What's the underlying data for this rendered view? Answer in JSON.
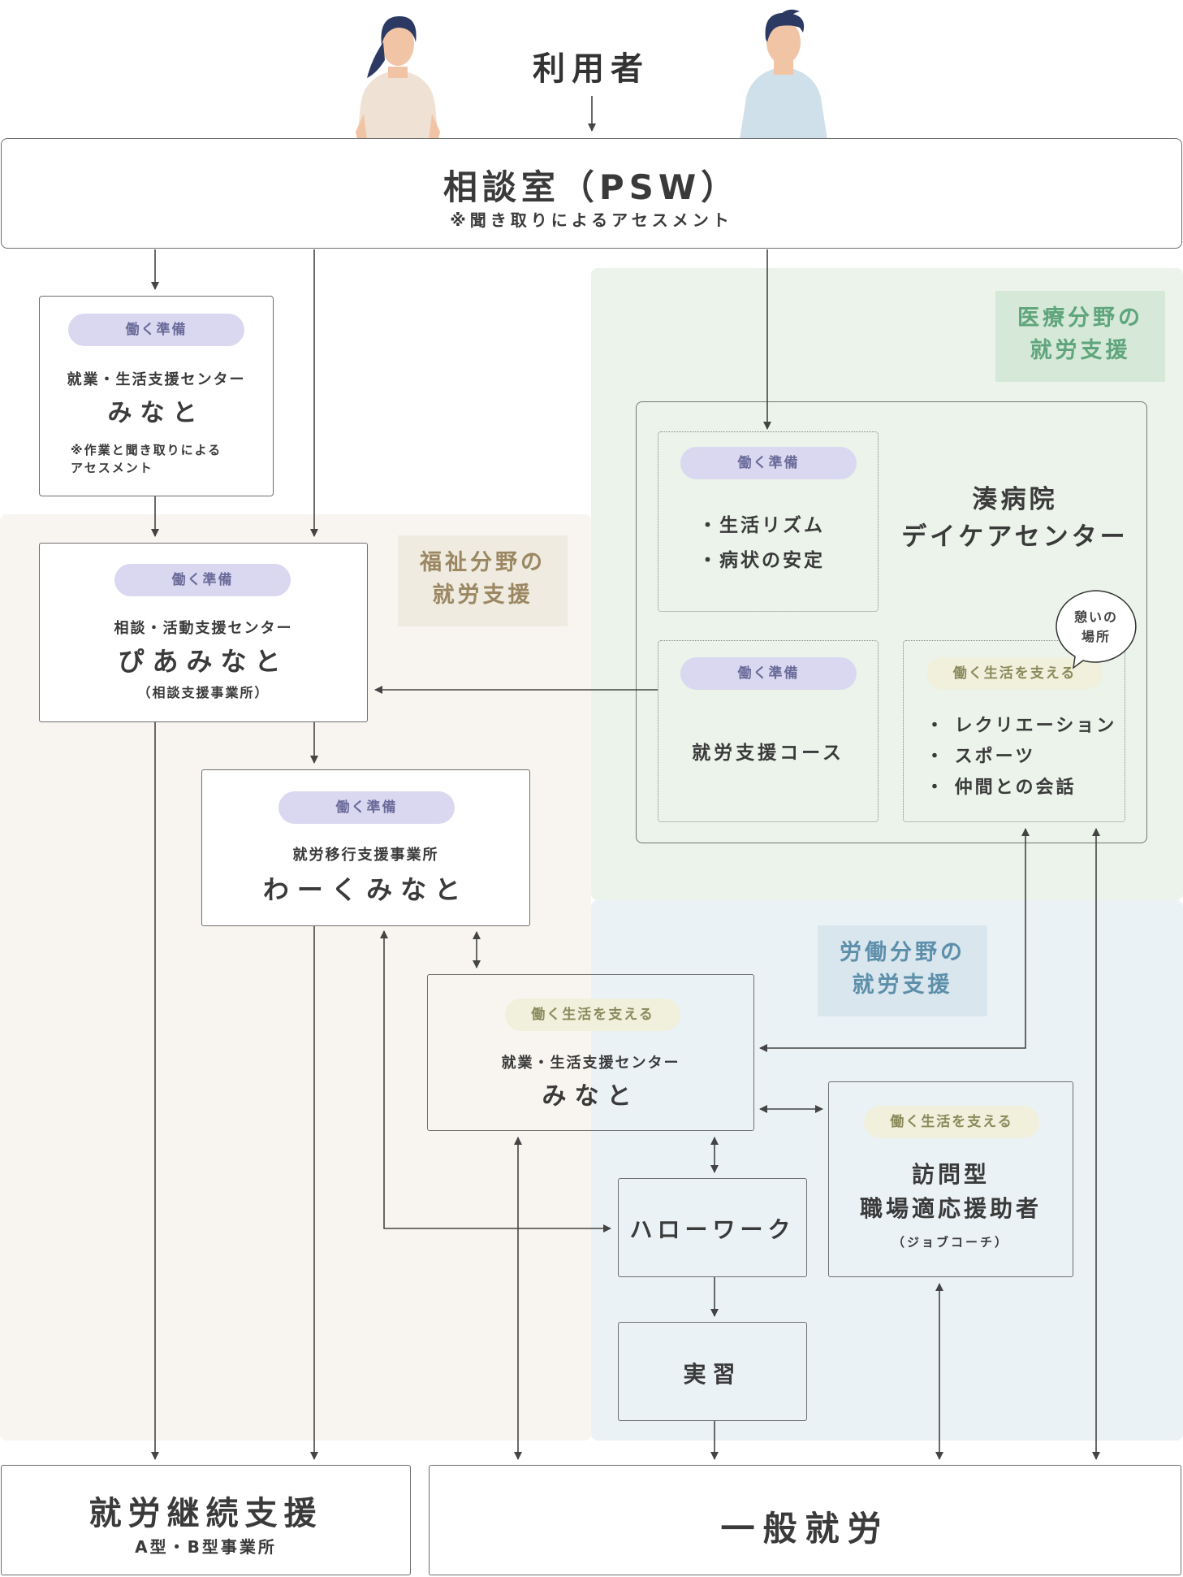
{
  "user_label": "利用者",
  "consult": {
    "title": "相談室（PSW）",
    "note": "※聞き取りによるアセスメント"
  },
  "field_labels": {
    "medical": [
      "医療分野の",
      "就労支援"
    ],
    "welfare": [
      "福祉分野の",
      "就労支援"
    ],
    "labor": [
      "労働分野の",
      "就労支援"
    ]
  },
  "tags": {
    "prep": "働く準備",
    "life": "働く生活を支える"
  },
  "minato_top": {
    "subtitle": "就業・生活支援センター",
    "name": "みなと",
    "note1": "※作業と聞き取りによる",
    "note2": "アセスメント"
  },
  "piaminato": {
    "subtitle": "相談・活動支援センター",
    "name": "ぴあみなと",
    "note": "（相談支援事業所）"
  },
  "workminato": {
    "subtitle": "就労移行支援事業所",
    "name": "わーくみなと"
  },
  "minato_center": {
    "subtitle": "就業・生活支援センター",
    "name": "みなと"
  },
  "daycare": {
    "title1": "湊病院",
    "title2": "デイケアセンター",
    "rhythm_items": [
      "・生活リズム",
      "・病状の安定"
    ],
    "course": "就労支援コース",
    "activity_items": [
      "・ レクリエーション",
      "・ スポーツ",
      "・ 仲間との会話"
    ],
    "bubble": [
      "憩いの",
      "場所"
    ]
  },
  "hellowork": "ハローワーク",
  "practice": "実習",
  "jobcoach": {
    "line1": "訪問型",
    "line2": "職場適応援助者",
    "note": "（ジョブコーチ）"
  },
  "continuous": {
    "title": "就労継続支援",
    "subtitle": "A型・B型事業所"
  },
  "general": "一般就労",
  "colors": {
    "medical_bg": "#ebf3eb",
    "medical_label_bg": "#d6e8d8",
    "medical_text": "#5fa57c",
    "welfare_bg": "#f8f5f0",
    "welfare_label_bg": "#efebe0",
    "welfare_text": "#9b8762",
    "labor_bg": "#ebf2f6",
    "labor_label_bg": "#d9e6ee",
    "labor_text": "#5d8fab",
    "arrow": "#444444"
  }
}
